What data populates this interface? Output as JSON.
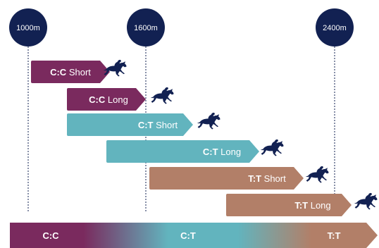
{
  "colors": {
    "navy": "#122152",
    "plum": "#7a2a5e",
    "teal": "#62b4be",
    "brown": "#b27f68",
    "guide_line": "#122152",
    "bar_text": "#ffffff"
  },
  "markers": [
    {
      "label": "1000m"
    },
    {
      "label": "1600m"
    },
    {
      "label": "2400m"
    }
  ],
  "bars": [
    {
      "code": "C:C",
      "rest": " Short",
      "color": "plum",
      "icon": "horse-and-jockey-icon"
    },
    {
      "code": "C:C",
      "rest": " Long",
      "color": "plum",
      "icon": "horse-and-jockey-icon"
    },
    {
      "code": "C:T",
      "rest": " Short",
      "color": "teal",
      "icon": "horse-and-jockey-icon"
    },
    {
      "code": "C:T",
      "rest": " Long",
      "color": "teal",
      "icon": "horse-and-jockey-icon"
    },
    {
      "code": "T:T",
      "rest": " Short",
      "color": "brown",
      "icon": "horse-and-jockey-icon"
    },
    {
      "code": "T:T",
      "rest": " Long",
      "color": "brown",
      "icon": "horse-and-jockey-icon"
    }
  ],
  "bottom_band": {
    "segments": [
      {
        "label": "C:C"
      },
      {
        "label": "C:T"
      },
      {
        "label": "T:T"
      }
    ]
  }
}
